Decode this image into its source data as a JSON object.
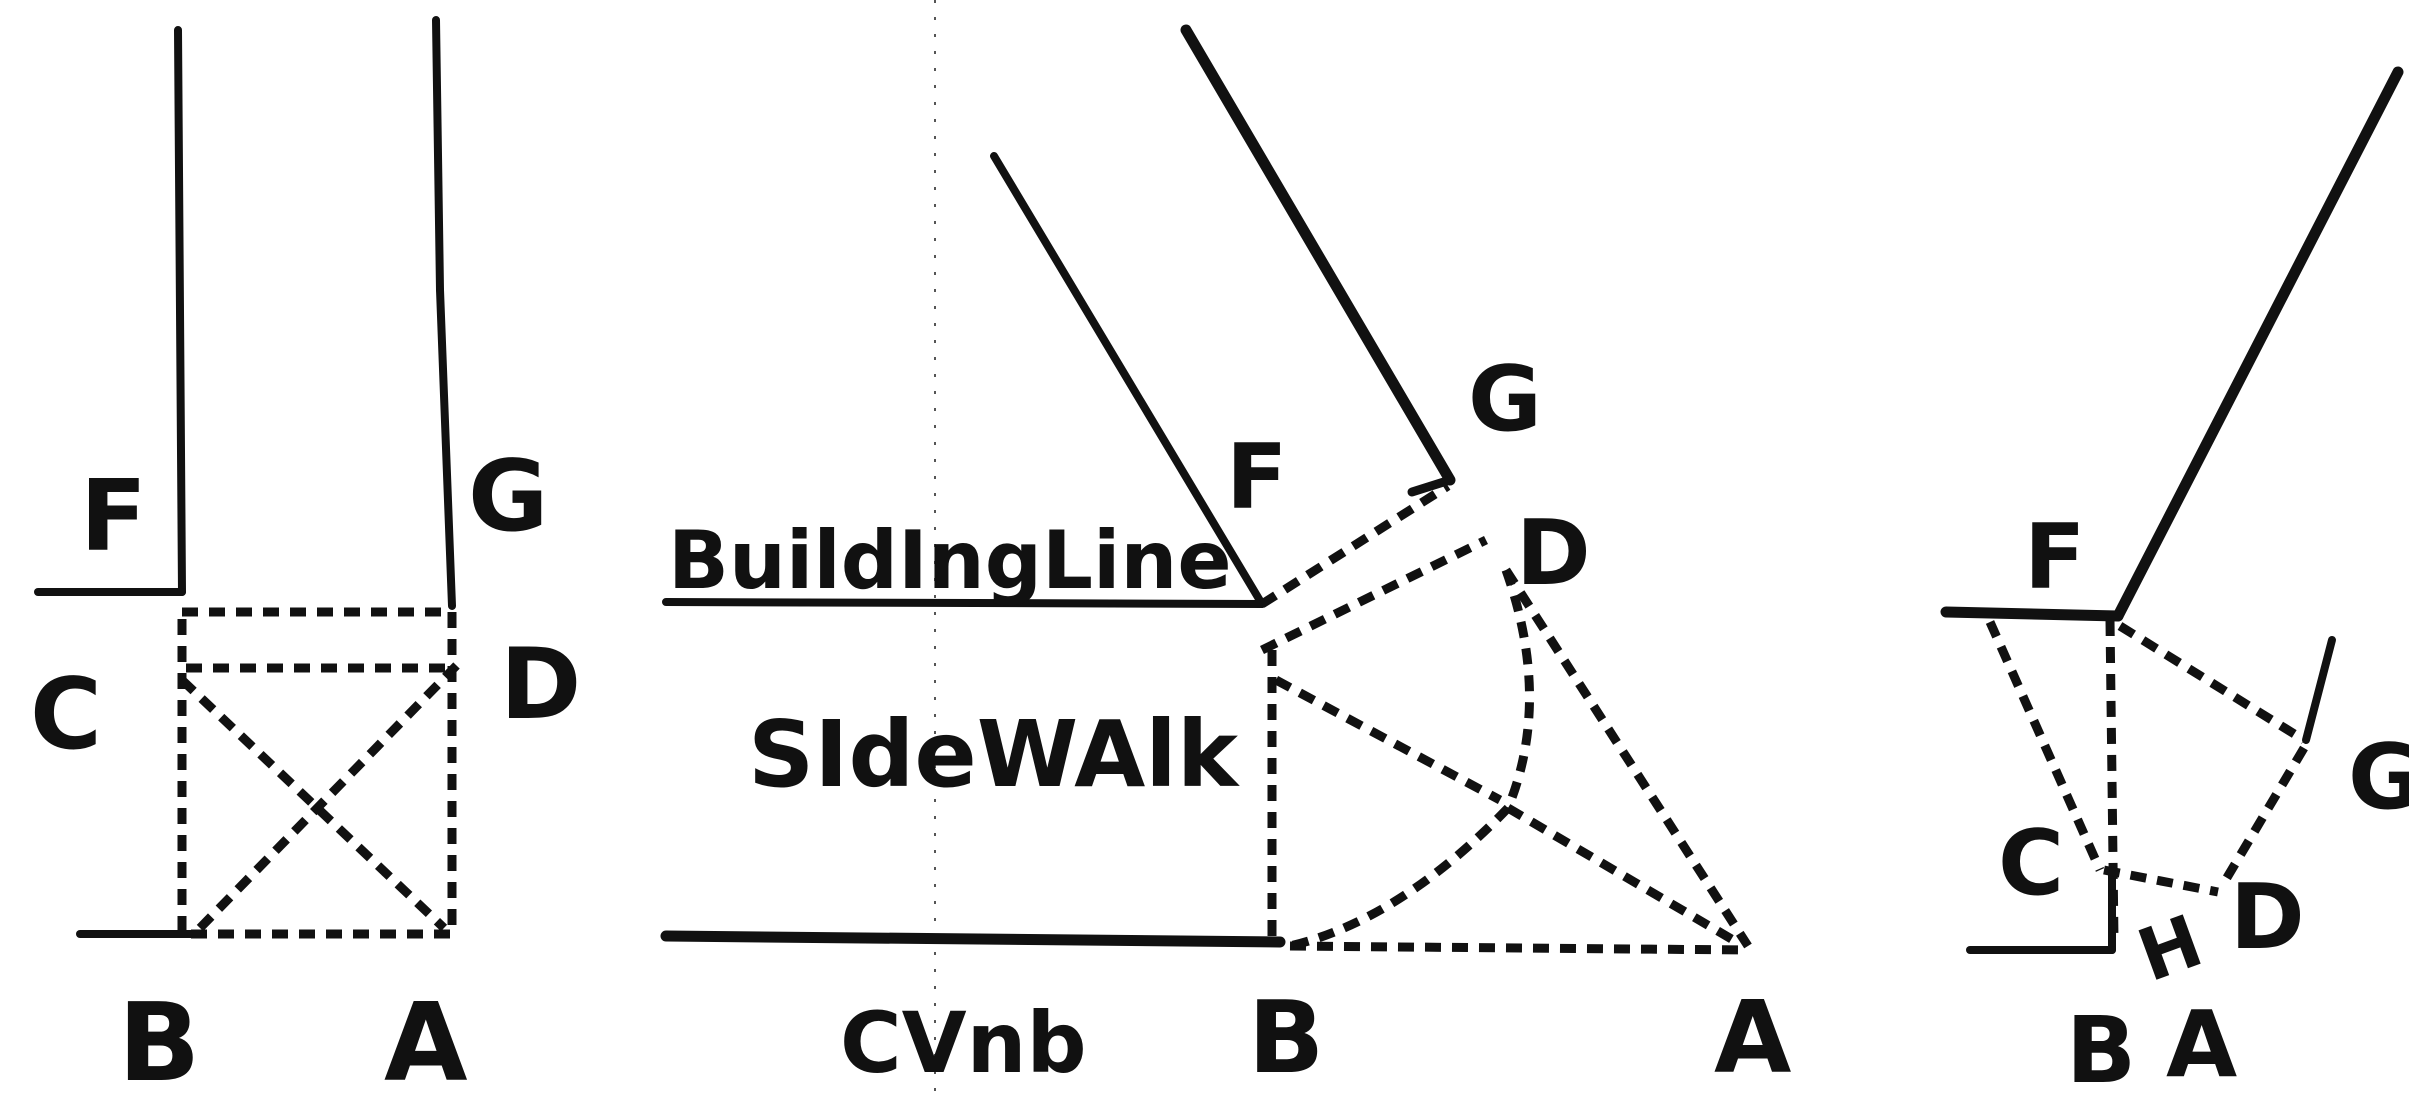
{
  "figure_left": {
    "label_F": "F",
    "label_G": "G",
    "label_C": "C",
    "label_D": "D",
    "label_B": "B",
    "label_A": "A"
  },
  "figure_middle": {
    "building_line": "BuildIngLine",
    "sidewalk": "SIdeWAlk",
    "curb": "CVnb",
    "label_F": "F",
    "label_G": "G",
    "label_D": "D",
    "label_B": "B",
    "label_A": "A"
  },
  "figure_right": {
    "label_F": "F",
    "label_G": "G",
    "label_C": "C",
    "label_D": "D",
    "label_H": "H",
    "label_B": "B",
    "label_A": "A"
  }
}
